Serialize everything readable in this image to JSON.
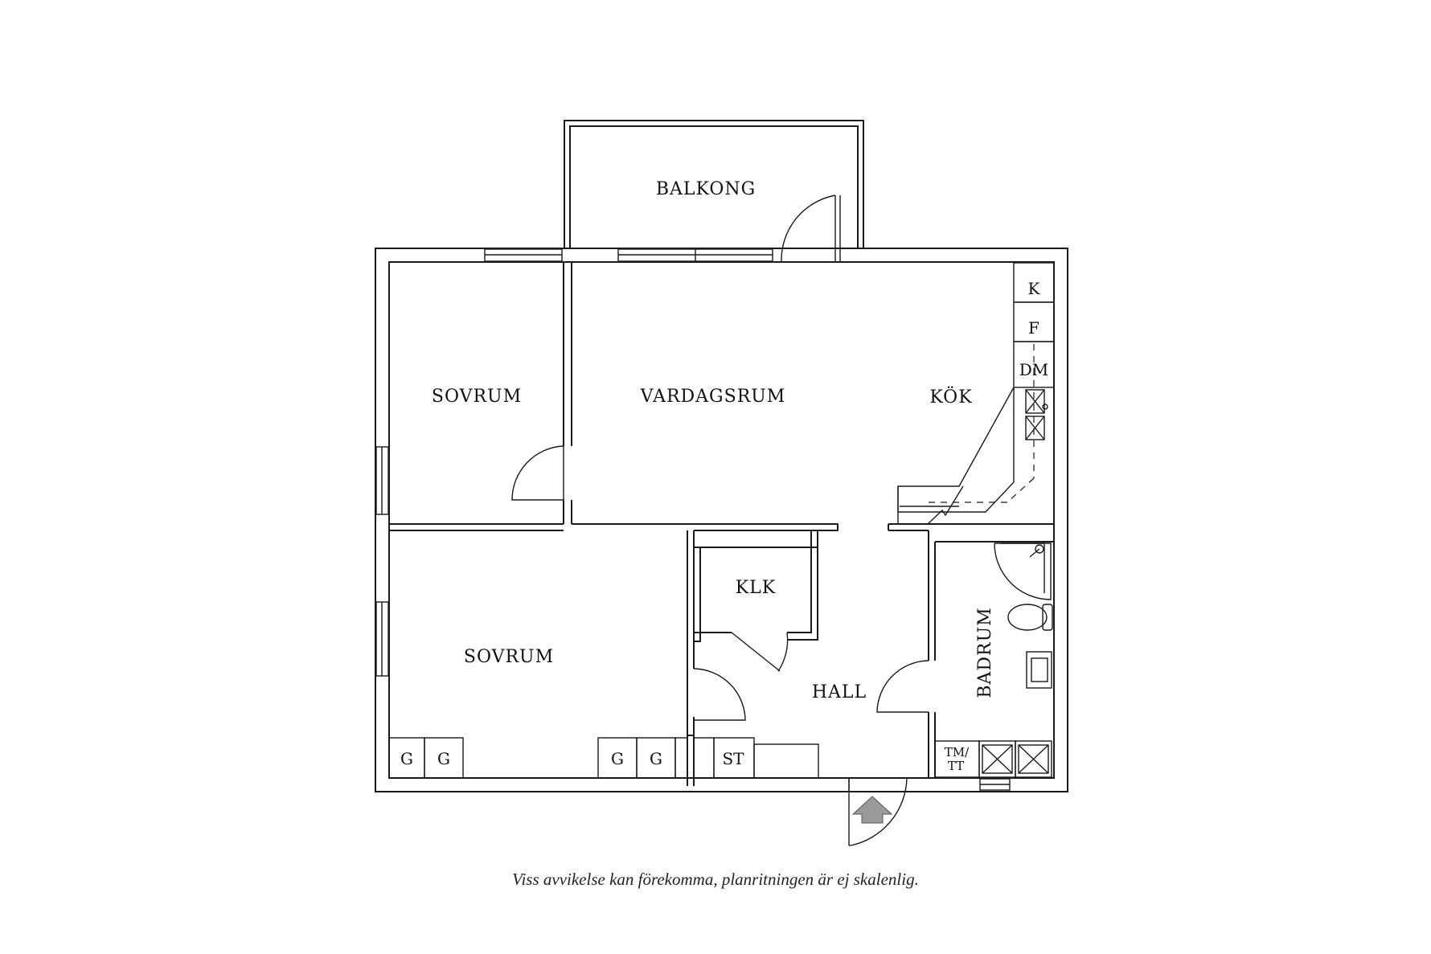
{
  "rooms": {
    "balkong": "BALKONG",
    "sovrum_top": "SOVRUM",
    "vardagsrum": "VARDAGSRUM",
    "kok": "KÖK",
    "klk": "KLK",
    "sovrum_bottom": "SOVRUM",
    "hall": "HALL",
    "badrum": "BADRUM"
  },
  "fixtures": {
    "k": "K",
    "f": "F",
    "dm": "DM",
    "g1": "G",
    "g2": "G",
    "g3": "G",
    "g4": "G",
    "st": "ST",
    "tm_line1": "TM/",
    "tm_line2": "TT"
  },
  "caption": "Viss avvikelse kan förekomma, planritningen är ej skalenlig."
}
